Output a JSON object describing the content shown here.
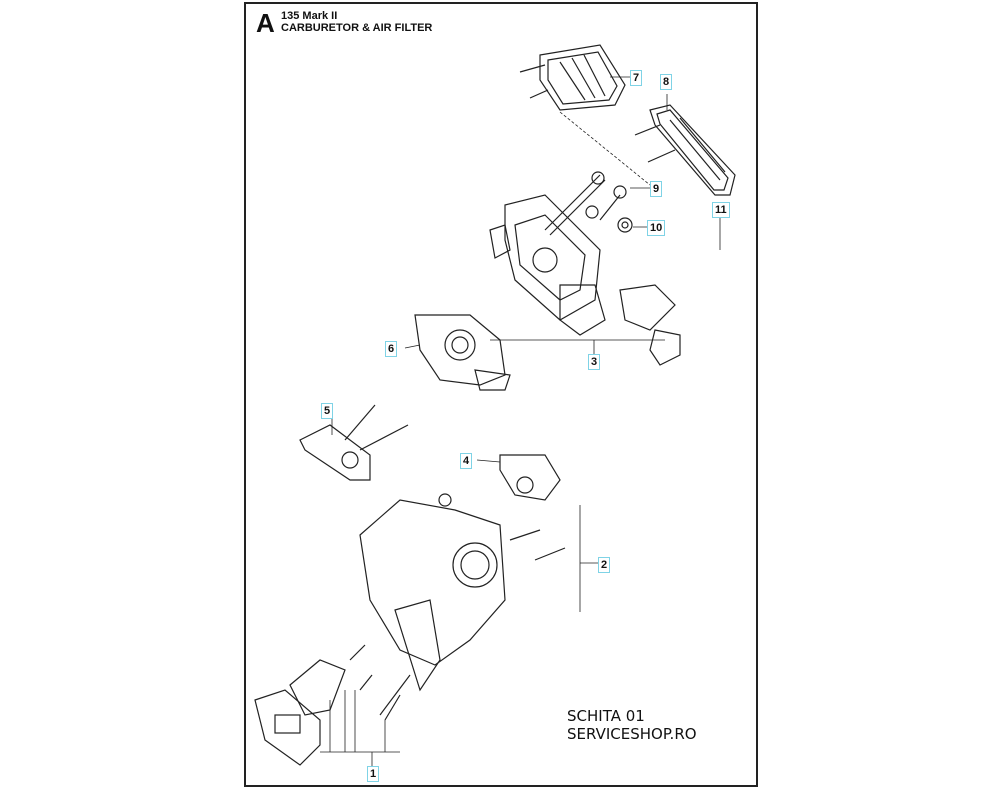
{
  "header": {
    "section_letter": "A",
    "model": "135 Mark II",
    "title": "CARBURETOR & AIR FILTER"
  },
  "footer_note": {
    "line1": "SCHITA 01",
    "line2": "SERVICESHOP.RO"
  },
  "callouts": [
    "1",
    "2",
    "3",
    "4",
    "5",
    "6",
    "7",
    "8",
    "9",
    "10",
    "11"
  ],
  "colors": {
    "line": "#222222",
    "callout_border": "#7fd3e6"
  }
}
